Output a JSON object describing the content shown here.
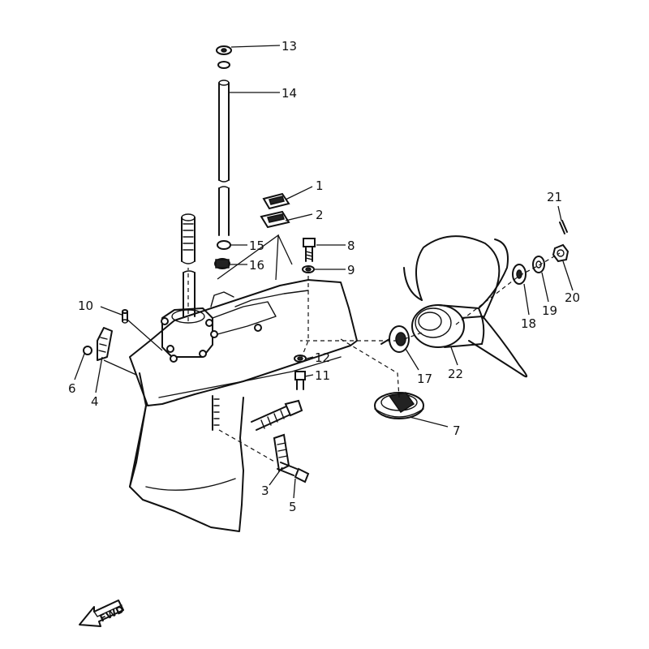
{
  "callouts": [
    {
      "id": "c1",
      "label": "1"
    },
    {
      "id": "c2",
      "label": "2"
    },
    {
      "id": "c3",
      "label": "3"
    },
    {
      "id": "c4",
      "label": "4"
    },
    {
      "id": "c5",
      "label": "5"
    },
    {
      "id": "c6",
      "label": "6"
    },
    {
      "id": "c7",
      "label": "7"
    },
    {
      "id": "c8",
      "label": "8"
    },
    {
      "id": "c9",
      "label": "9"
    },
    {
      "id": "c10",
      "label": "10"
    },
    {
      "id": "c11",
      "label": "11"
    },
    {
      "id": "c12",
      "label": "12"
    },
    {
      "id": "c13",
      "label": "13"
    },
    {
      "id": "c14",
      "label": "14"
    },
    {
      "id": "c15",
      "label": "15"
    },
    {
      "id": "c16",
      "label": "16"
    },
    {
      "id": "c17",
      "label": "17"
    },
    {
      "id": "c18",
      "label": "18"
    },
    {
      "id": "c19",
      "label": "19"
    },
    {
      "id": "c20",
      "label": "20"
    },
    {
      "id": "c21",
      "label": "21"
    },
    {
      "id": "c22",
      "label": "22"
    }
  ],
  "fwd_label": "FWD"
}
